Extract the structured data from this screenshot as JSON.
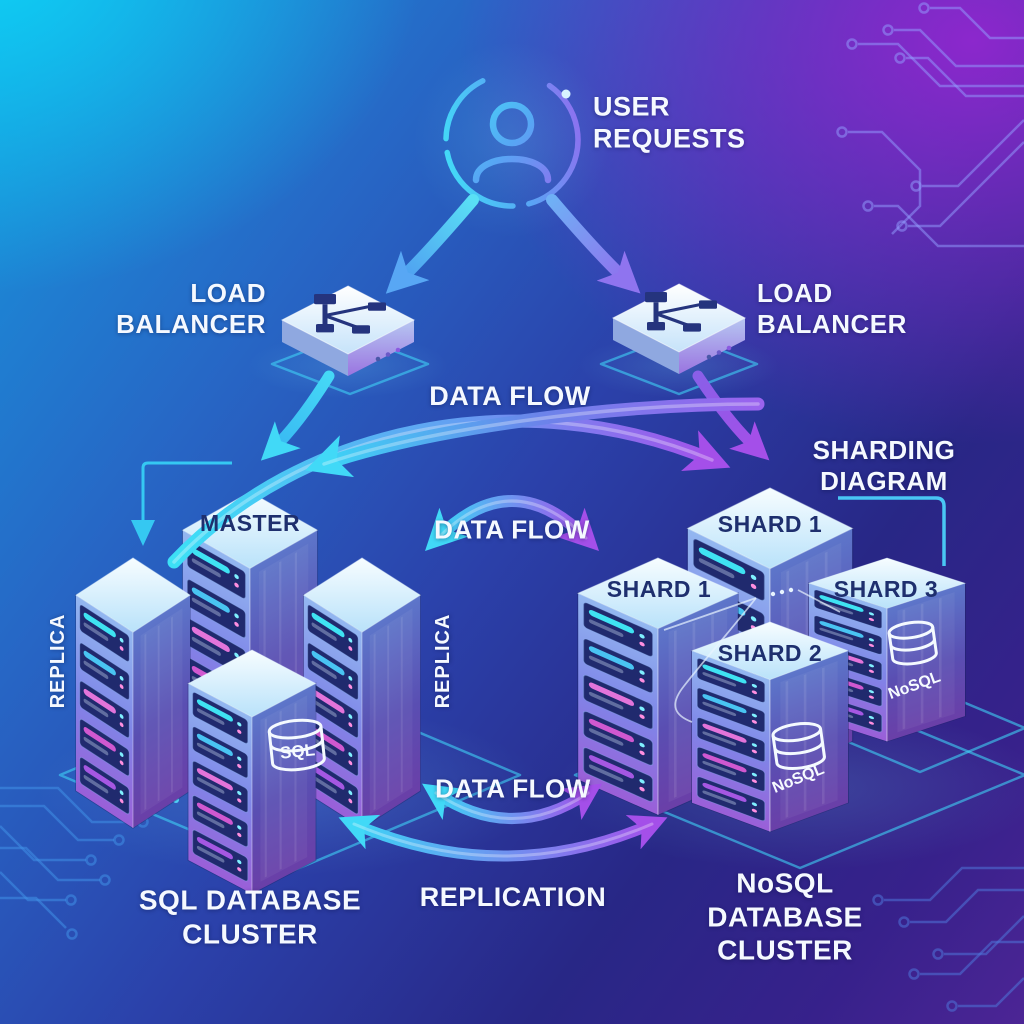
{
  "user": {
    "label": "USER\nREQUESTS"
  },
  "load_balancer_left": {
    "label": "LOAD\nBALANCER"
  },
  "load_balancer_right": {
    "label": "LOAD\nBALANCER"
  },
  "flow_labels": {
    "data_flow_top": "DATA FLOW",
    "data_flow_middle": "DATA FLOW",
    "data_flow_bottom": "DATA FLOW",
    "replication": "REPLICATION"
  },
  "annotations": {
    "sharding": "SHARDING\nDIAGRAM"
  },
  "sql_cluster": {
    "title": "SQL DATABASE\nCLUSTER",
    "db_label": "SQL",
    "master_label": "MASTER",
    "replica_left_label": "REPLICA",
    "replica_right_label": "REPLICA"
  },
  "nosql_cluster": {
    "title": "NoSQL DATABASE\nCLUSTER",
    "db_label": "NoSQL",
    "shard_back_label": "SHARD 1",
    "shard_left_label": "SHARD 1",
    "shard_front_label": "SHARD 2",
    "shard_right_label": "SHARD 3"
  },
  "colors": {
    "bg_cyan": "#12cdf2",
    "bg_blue": "#2a55bd",
    "bg_indigo": "#2a2a8e",
    "bg_purple": "#8c2ad0",
    "arrow_cyan": "#3cd4f6",
    "arrow_purple": "#a152ea",
    "platform_outline": "#3fd0f5",
    "label_light": "#f5f9ff",
    "label_dark": "#1e2f6e"
  }
}
